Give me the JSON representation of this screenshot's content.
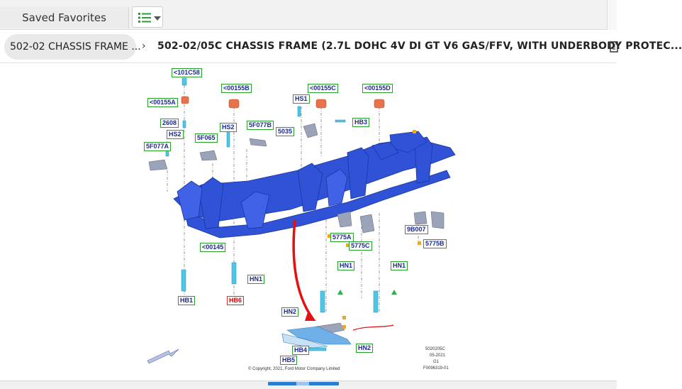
{
  "topbar": {
    "saved_favorites_label": "Saved Favorites",
    "view_toggle_icon": "list-icon"
  },
  "breadcrumb": {
    "section_label": "502-02 CHASSIS FRAME ...",
    "separator": "›",
    "title": "502-02/05C CHASSIS FRAME (2.7L DOHC 4V DI GT V6 GAS/FFV, WITH UNDERBODY PROTEC..."
  },
  "diagram": {
    "callouts": {
      "c101c58": "<101C58",
      "c00155a": "<00155A",
      "c2608": "2608",
      "hs2_left": "HS2",
      "c5f077a": "5F077A",
      "c00155b": "<00155B",
      "c5f065": "5F065",
      "hs2_mid": "HS2",
      "c5f077b": "5F077B",
      "hs1": "HS1",
      "c00155c": "<00155C",
      "c5035": "5035",
      "hb3": "HB3",
      "c00155d": "<00155D",
      "c5775a": "5775A",
      "c5775c": "5775C",
      "c9b007": "9B007",
      "c5775b": "5775B",
      "c00145": "<00145",
      "hn1_left": "HN1",
      "hn1_mid": "HN1",
      "hn1_right": "HN1",
      "hb1": "HB1",
      "hb6": "HB6",
      "hn2_left": "HN2",
      "hb4": "HB4",
      "hb5": "HB5",
      "hn2_right": "HN2"
    },
    "part_code_lines": [
      "5020205C",
      "05-2021",
      "G1",
      "F0096319-01"
    ],
    "copyright": "© Copyright, 2021, Ford Motor Company Limited"
  },
  "colors": {
    "frame_blue": "#2f52d6",
    "callout_green": "#27a127",
    "callout_text": "#1a2b8f",
    "highlight_red": "#e51010",
    "mount_orange": "#e8734a",
    "shock_cyan": "#4fc6e8",
    "scroll_accent": "#2a7dd1"
  }
}
